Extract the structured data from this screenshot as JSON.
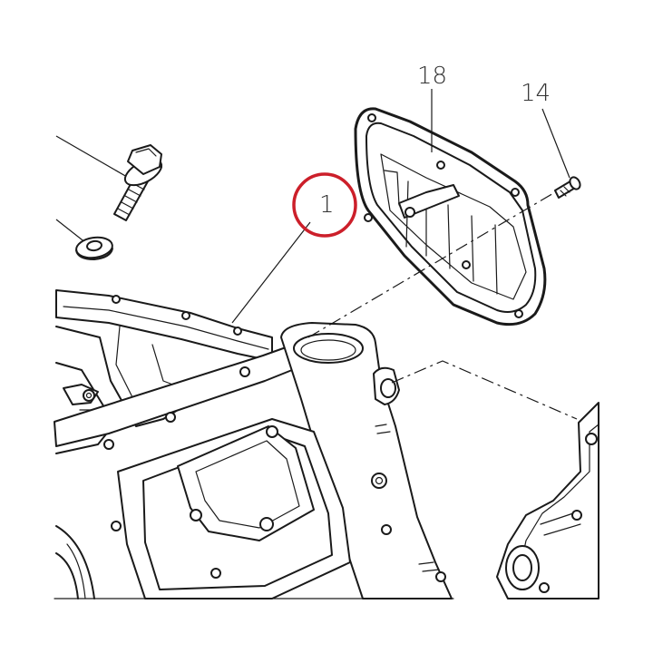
{
  "callouts": {
    "frame": "1",
    "cover": "18",
    "screw": "14"
  },
  "highlight": {
    "target": "1",
    "color": "#cc1f2a"
  },
  "colors": {
    "ink": "#1a1a1a",
    "label": "#333333",
    "background": "#ffffff"
  }
}
